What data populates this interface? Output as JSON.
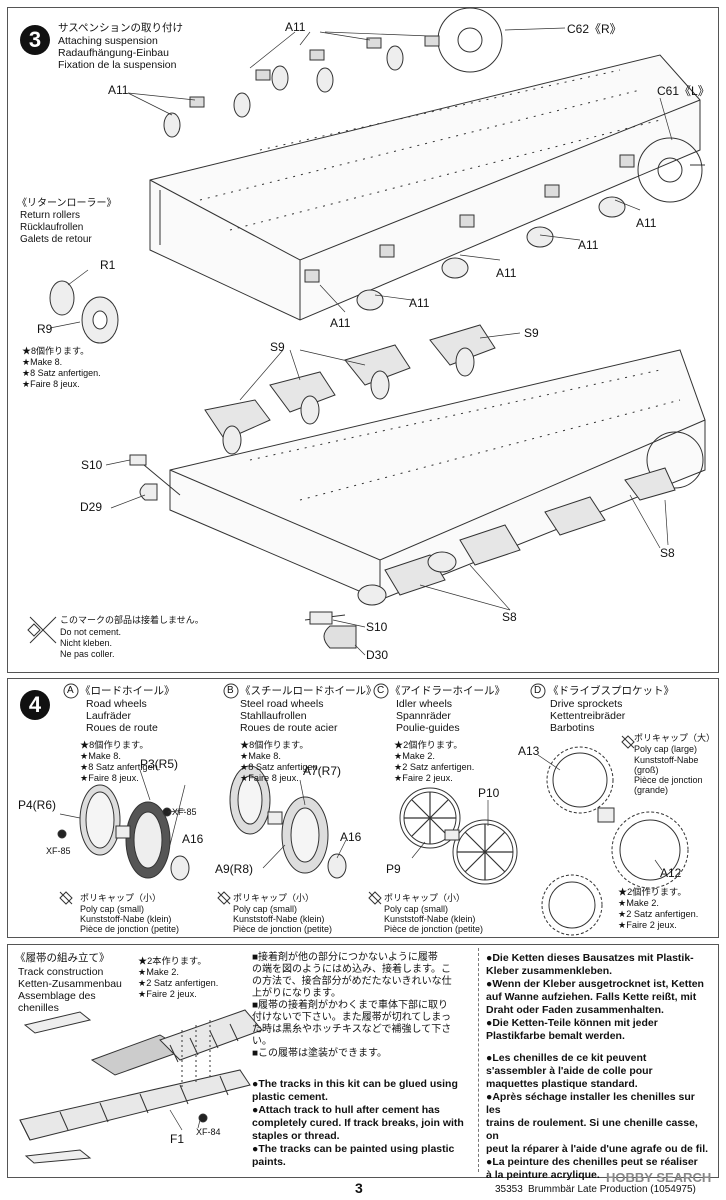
{
  "step3": {
    "number": "3",
    "title_jp": "サスペンションの取り付け",
    "title_en": "Attaching suspension",
    "title_de": "Radaufhängung-Einbau",
    "title_fr": "Fixation de la suspension",
    "return_rollers": {
      "jp": "《リターンローラー》",
      "en": "Return rollers",
      "de": "Rücklaufrollen",
      "fr": "Galets de retour",
      "make_jp": "★8個作ります。",
      "make_en": "★Make 8.",
      "make_de": "★8 Satz anfertigen.",
      "make_fr": "★Faire 8 jeux."
    },
    "no_cement": {
      "jp": "このマークの部品は接着しません。",
      "en": "Do not cement.",
      "de": "Nicht kleben.",
      "fr": "Ne pas coller."
    },
    "parts": {
      "a11": "A11",
      "c62": "C62《R》",
      "c61": "C61《L》",
      "r1": "R1",
      "r9": "R9",
      "s9": "S9",
      "s10": "S10",
      "d29": "D29",
      "s8": "S8",
      "d30": "D30"
    }
  },
  "step4": {
    "number": "4",
    "a": {
      "letter": "A",
      "jp": "《ロードホイール》",
      "en": "Road wheels",
      "de": "Laufräder",
      "fr": "Roues de route",
      "make_jp": "★8個作ります。",
      "make_en": "★Make 8.",
      "make_de": "★8 Satz anfertigen.",
      "make_fr": "★Faire 8 jeux.",
      "p4": "P4(R6)",
      "p3": "P3(R5)",
      "a16": "A16",
      "xf85a": "XF-85",
      "xf85b": "XF-85",
      "cap_jp": "ポリキャップ（小）",
      "cap_en": "Poly cap (small)",
      "cap_de": "Kunststoff-Nabe (klein)",
      "cap_fr": "Pièce de jonction (petite)"
    },
    "b": {
      "letter": "B",
      "jp": "《スチールロードホイール》",
      "en": "Steel road wheels",
      "de": "Stahllaufrollen",
      "fr": "Roues de route acier",
      "make_jp": "★8個作ります。",
      "make_en": "★Make 8.",
      "make_de": "★8 Satz anfertigen.",
      "make_fr": "★Faire 8 jeux.",
      "a7": "A7(R7)",
      "a9": "A9(R8)",
      "a16": "A16",
      "cap_jp": "ポリキャップ（小）",
      "cap_en": "Poly cap (small)",
      "cap_de": "Kunststoff-Nabe (klein)",
      "cap_fr": "Pièce de jonction (petite)"
    },
    "c": {
      "letter": "C",
      "jp": "《アイドラーホイール》",
      "en": "Idler wheels",
      "de": "Spannräder",
      "fr": "Poulie-guides",
      "make_jp": "★2個作ります。",
      "make_en": "★Make 2.",
      "make_de": "★2 Satz anfertigen.",
      "make_fr": "★Faire 2 jeux.",
      "p10": "P10",
      "p9": "P9",
      "cap_jp": "ポリキャップ（小）",
      "cap_en": "Poly cap (small)",
      "cap_de": "Kunststoff-Nabe (klein)",
      "cap_fr": "Pièce de jonction (petite)"
    },
    "d": {
      "letter": "D",
      "jp": "《ドライブスプロケット》",
      "en": "Drive sprockets",
      "de": "Kettentreibräder",
      "fr": "Barbotins",
      "cap_jp": "ポリキャップ（大）",
      "cap_en": "Poly cap (large)",
      "cap_de": "Kunststoff-Nabe",
      "cap_de2": "(groß)",
      "cap_fr": "Pièce de jonction",
      "cap_fr2": "(grande)",
      "a13": "A13",
      "a12": "A12",
      "make_jp": "★2個作ります。",
      "make_en": "★Make 2.",
      "make_de": "★2 Satz anfertigen.",
      "make_fr": "★Faire 2 jeux."
    }
  },
  "track": {
    "jp": "《履帯の組み立て》",
    "en": "Track construction",
    "de": "Ketten-Zusammenbau",
    "fr1": "Assemblage des",
    "fr2": "chenilles",
    "make_jp": "★2本作ります。",
    "make_en": "★Make 2.",
    "make_de": "★2 Satz anfertigen.",
    "make_fr": "★Faire 2 jeux.",
    "f1": "F1",
    "xf84": "XF-84",
    "jp_lines": [
      "■接着剤が他の部分につかないように履帯",
      "の端を図のようにはめ込み、接着します。こ",
      "の方法で、接合部分がめだたないきれいな仕",
      "上がりになります。",
      "■履帯の接着剤がかわくまで車体下部に取り",
      "付けないで下さい。また履帯が切れてしまっ",
      "た時は黒糸やホッチキスなどで補強して下さ",
      "い。",
      "■この履帯は塗装ができます。"
    ],
    "en_lines": [
      "●The tracks in this kit can be glued using",
      "plastic cement.",
      "●Attach track to hull after cement has",
      "completely cured. If track breaks, join with",
      "staples or thread.",
      "●The tracks can be painted using plastic",
      "paints."
    ],
    "de_lines": [
      "●Die Ketten dieses Bausatzes mit Plastik-",
      "Kleber zusammenkleben.",
      "●Wenn der Kleber ausgetrocknet ist, Ketten",
      "auf Wanne aufziehen. Falls Kette reißt, mit",
      "Draht oder Faden zusammenhalten.",
      "●Die Ketten-Teile können mit jeder",
      "Plastikfarbe bemalt werden."
    ],
    "fr_lines": [
      "●Les chenilles de ce kit peuvent",
      "s'assembler à l'aide de colle pour",
      "maquettes plastique standard.",
      "●Après séchage installer les chenilles sur les",
      "trains de roulement. Si une chenille casse, on",
      "peut la réparer à l'aide d'une agrafe ou de fil.",
      "●La peinture des chenilles peut se réaliser",
      "à la peinture acrylique."
    ]
  },
  "footer": {
    "page": "3",
    "code": "35353",
    "title": "Brummbär Late Production (1054975)",
    "watermark": "HOBBY SEARCH"
  }
}
